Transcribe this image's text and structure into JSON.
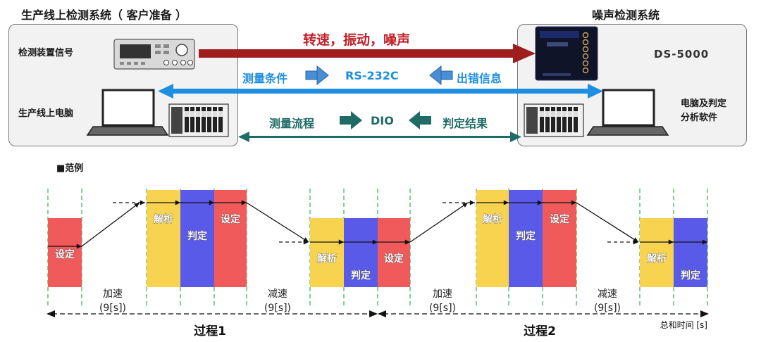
{
  "header": {
    "left_title": "生产线上检测系统（ 客户准备 ）",
    "right_title": "噪声检测系统"
  },
  "left_panel": {
    "signal_label": "检测装置信号",
    "pc_label": "生产线上电脑"
  },
  "right_panel": {
    "device_model": "DS-5000",
    "software_label_1": "电脑及判定",
    "software_label_2": "分析软件"
  },
  "links": {
    "signal_flow": "转速，振动，噪声",
    "measure_condition": "测量条件",
    "rs232c": "RS-232C",
    "error_info": "出错信息",
    "measure_flow": "测量流程",
    "dio": "DIO",
    "judge_result": "判定结果"
  },
  "example": {
    "heading": "■范例",
    "step_set": "设定",
    "step_analyze": "解析",
    "step_judge": "判定",
    "accel": "加速",
    "decel": "减速",
    "duration": "(9[s])",
    "process_1": "过程1",
    "process_2": "过程2",
    "total_time": "总和时间 [s]"
  },
  "colors": {
    "set": "#f05a5a",
    "analyze": "#f7d34f",
    "judge": "#5a5ae8",
    "rs232c": "#1e8fe0",
    "dio": "#1f6b66",
    "signal": "#a01d1d",
    "dashed_grid": "#2db34a"
  }
}
